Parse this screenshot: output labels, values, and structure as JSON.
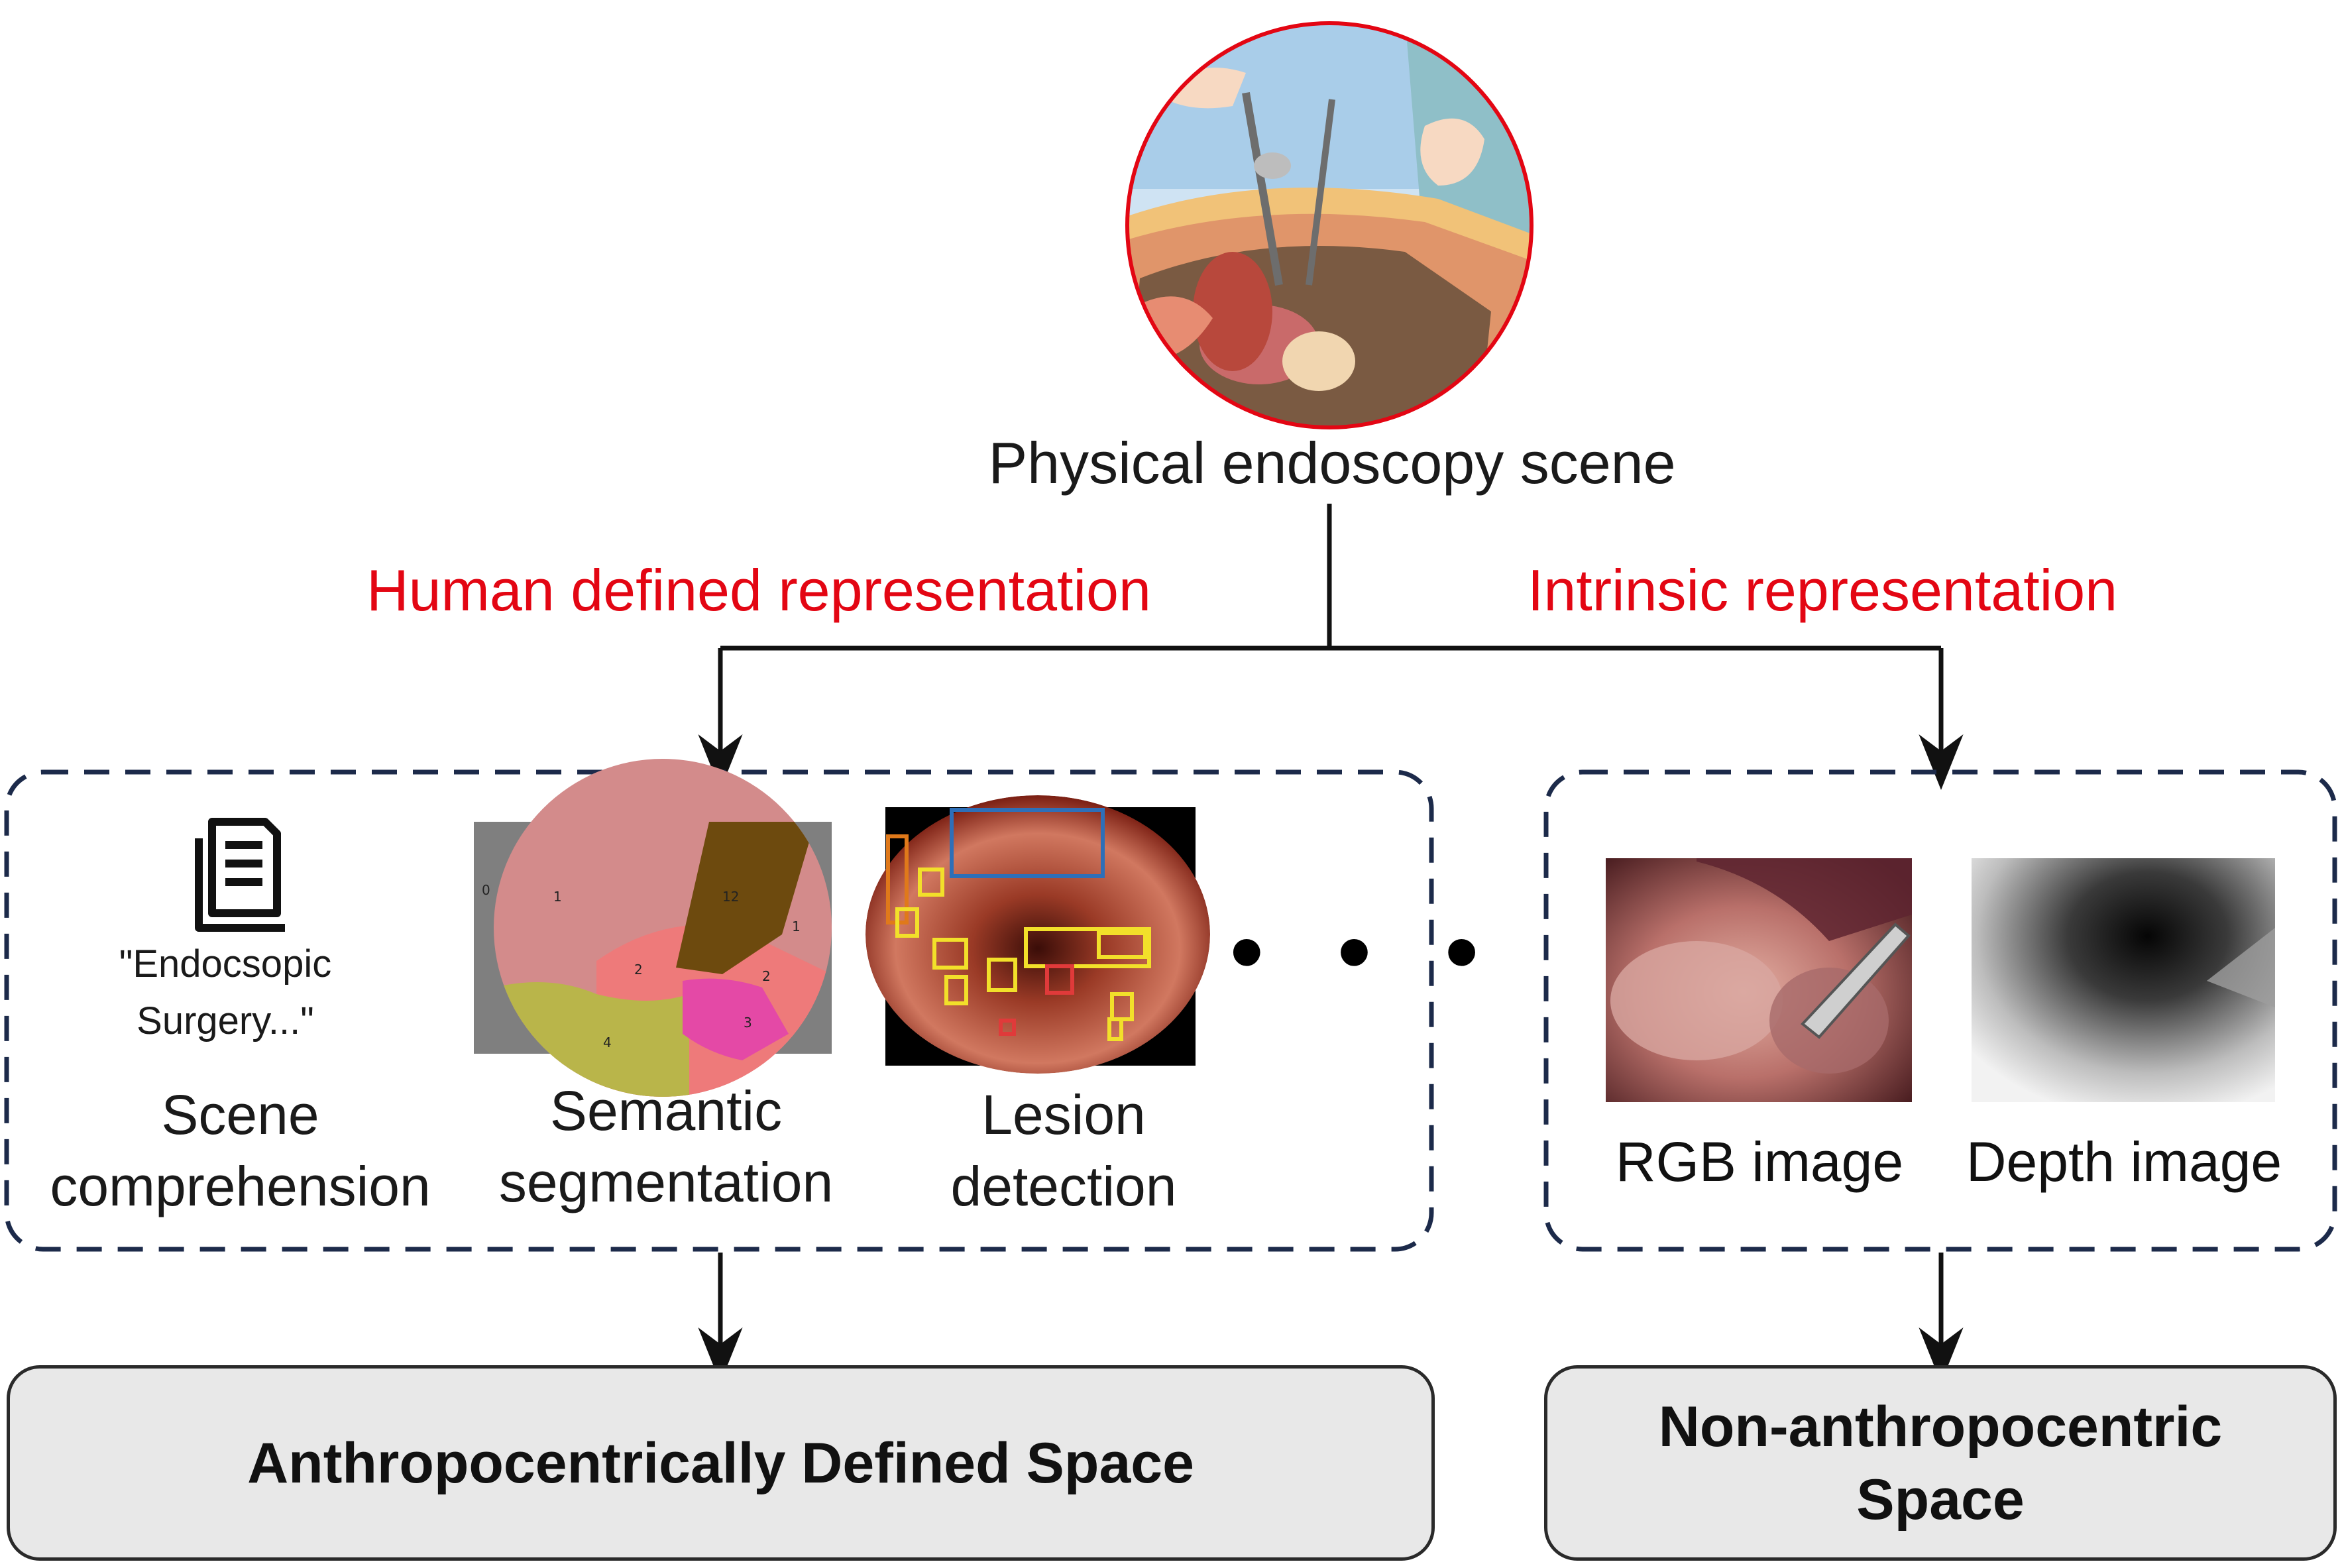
{
  "scene_title": "Physical endoscopy scene",
  "branches": {
    "human": "Human defined representation",
    "intrinsic": "Intrinsic representation"
  },
  "human_tasks": {
    "scene_quote": "\"Endocsopic Surgery...\"",
    "scene_label": "Scene comprehension",
    "segmentation_label": "Semantic segmentation",
    "lesion_label": "Lesion detection",
    "more": "• • •"
  },
  "segmentation_regions": [
    "0",
    "1",
    "12",
    "1",
    "2",
    "2",
    "3",
    "4"
  ],
  "intrinsic_items": {
    "rgb_label": "RGB image",
    "depth_label": "Depth image"
  },
  "spaces": {
    "left": "Anthropocentrically Defined Space",
    "right": "Non-anthropocentric Space"
  },
  "colors": {
    "accent_red": "#e30613",
    "dashed_border": "#1c2a4a",
    "space_fill": "#e8e8e8"
  },
  "icons": [
    "document-icon"
  ]
}
